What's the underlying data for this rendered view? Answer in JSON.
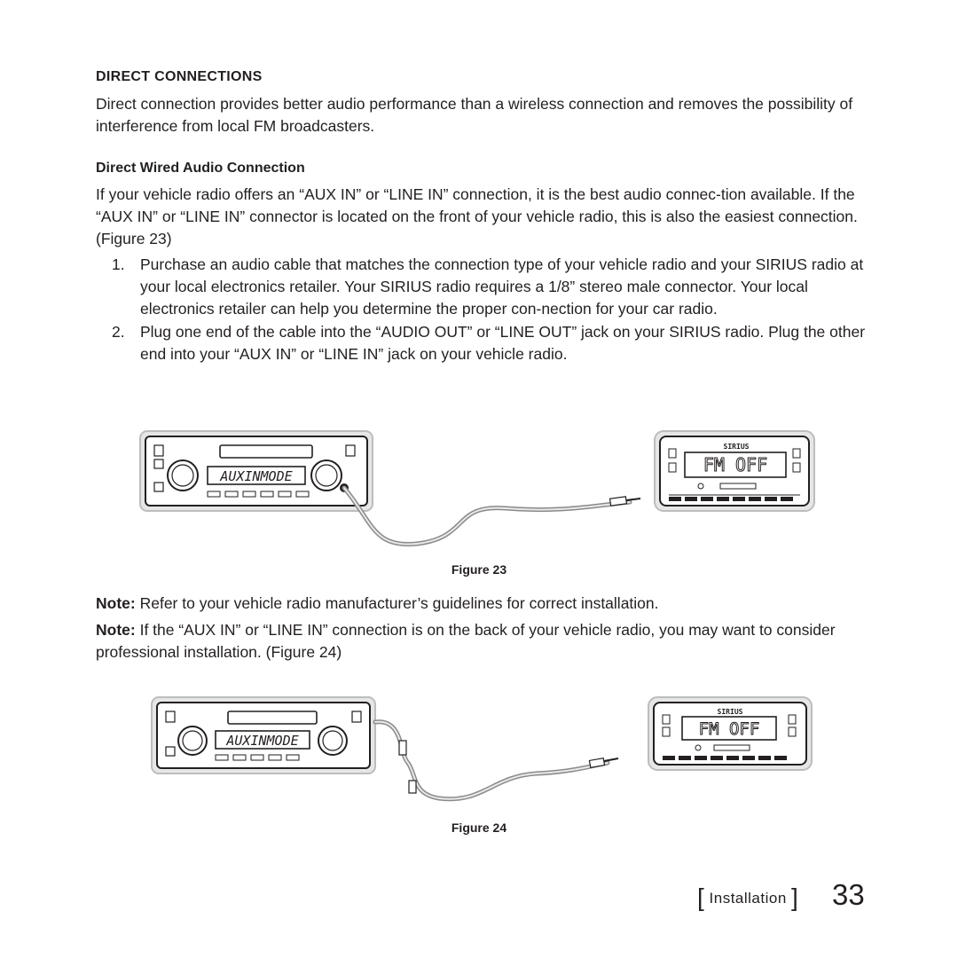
{
  "section": {
    "title": "DIRECT CONNECTIONS",
    "intro": "Direct connection provides better audio performance than a wireless connection and removes the possibility of interference from local FM broadcasters."
  },
  "subsection": {
    "title": "Direct Wired Audio Connection",
    "body": "If your vehicle radio offers an “AUX IN” or “LINE IN” connection, it is the best audio connec-tion available. If the “AUX IN” or “LINE IN” connector is located on the front of your vehicle radio, this is also the easiest connection. (Figure 23)"
  },
  "steps": [
    {
      "number": "1.",
      "text": "Purchase an audio cable that matches the connection type of your vehicle radio and your SIRIUS radio at your local electronics retailer. Your SIRIUS radio requires a 1/8” stereo male connector. Your local electronics retailer can help you determine the proper con-nection for your car radio."
    },
    {
      "number": "2.",
      "text": "Plug one end of the cable into the “AUDIO OUT” or “LINE OUT” jack on your SIRIUS radio. Plug the other end into your “AUX IN” or “LINE IN” jack on your vehicle radio."
    }
  ],
  "figure23": {
    "caption": "Figure 23",
    "car_display": "AUXINMODE",
    "sirius_brand": "SIRIUS",
    "sirius_display": "FM OFF"
  },
  "notes": [
    {
      "label": "Note:",
      "text": " Refer to your vehicle radio manufacturer’s guidelines for correct installation."
    },
    {
      "label": "Note:",
      "text": " If the “AUX IN” or “LINE IN” connection is on the back of your vehicle radio, you may want to consider professional installation. (Figure 24)"
    }
  ],
  "figure24": {
    "caption": "Figure 24",
    "car_display": "AUXINMODE",
    "sirius_brand": "SIRIUS",
    "sirius_display": "FM OFF"
  },
  "footer": {
    "section_label": "Installation",
    "page_number": "33"
  }
}
